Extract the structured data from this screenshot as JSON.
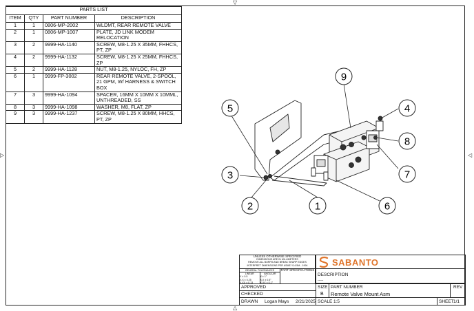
{
  "parts_list": {
    "title": "PARTS LIST",
    "headers": {
      "item": "ITEM",
      "qty": "QTY",
      "part_number": "PART NUMBER",
      "description": "DESCRIPTION"
    },
    "rows": [
      {
        "item": "1",
        "qty": "1",
        "part_number": "0806-MP-2002",
        "description": "WLDMT, REAR REMOTE VALVE"
      },
      {
        "item": "2",
        "qty": "1",
        "part_number": "0806-MP-1007",
        "description": "PLATE, JD LINK MODEM RELOCATION"
      },
      {
        "item": "3",
        "qty": "2",
        "part_number": "9999-HA-1140",
        "description": "SCREW, M8-1.25 X 35MM, FHHCS, PT, ZP"
      },
      {
        "item": "4",
        "qty": "2",
        "part_number": "9999-HA-1132",
        "description": "SCREW, M8-1.25 X 25MM, FHHCS, ZP"
      },
      {
        "item": "5",
        "qty": "2",
        "part_number": "9999-HA-1128",
        "description": "NUT, M8-1.25, NYLOC, FH, ZP"
      },
      {
        "item": "6",
        "qty": "1",
        "part_number": "9999-FP-3002",
        "description": "REAR REMOTE VALVE, 2-SPOOL, 21 GPM, W/ HARNESS & SWITCH BOX"
      },
      {
        "item": "7",
        "qty": "3",
        "part_number": "9999-HA-1094",
        "description": "SPACER, 16MM X 10MM X 10MML, UNTHREADED, SS"
      },
      {
        "item": "8",
        "qty": "3",
        "part_number": "9999-HA-1098",
        "description": "WASHER, M8, FLAT, ZP"
      },
      {
        "item": "9",
        "qty": "3",
        "part_number": "9999-HA-1237",
        "description": "SCREW, M8-1.25 X 80MM, HHCS, PT, ZP"
      }
    ]
  },
  "balloons": [
    {
      "num": "1"
    },
    {
      "num": "2"
    },
    {
      "num": "3"
    },
    {
      "num": "4"
    },
    {
      "num": "5"
    },
    {
      "num": "6"
    },
    {
      "num": "7"
    },
    {
      "num": "8"
    },
    {
      "num": "9"
    }
  ],
  "title_block": {
    "notes_title": "UNLESS OTHERWISE SPECIFIED",
    "notes_line1": "DIMENSIONS ARE IN MILLIMETERS",
    "notes_line2": "REMOVE ALL BURRS AND BREAK SHARP EDGES",
    "notes_line3": "INTERPRET DIMENSIONS PER ASME Y14.5M - 1994",
    "tolerances_label": "GENERAL TOLERANCES",
    "linear_label": "LINEAR",
    "angular_label": "ANGULAR",
    "linear_values": [
      "X   ± 0.5",
      "X.X  ± 0.25",
      "X.XX ± 0.13"
    ],
    "angular_values": [
      "X   ± 1°",
      "X.X  ± 0.5°",
      "X.XX ± 0.1°"
    ],
    "part_spec_label": "PART SPECIFICATIONS",
    "company": "SABANTO",
    "brand_color": "#e0752b",
    "description_label": "DESCRIPTION",
    "description_value": "-----",
    "size_label": "SIZE",
    "size_value": "B",
    "part_number_label": "PART NUMBER",
    "part_number_value": "Remote Valve Mount Asm",
    "rev_label": "REV",
    "approved_label": "APPROVED",
    "checked_label": "CHECKED",
    "drawn_label": "DRAWN",
    "drawn_by": "Logan Mays",
    "drawn_date": "2/21/2025",
    "scale_label": "SCALE",
    "scale_value": "1:5",
    "sheet_label": "SHEET",
    "sheet_value": "1/1"
  }
}
